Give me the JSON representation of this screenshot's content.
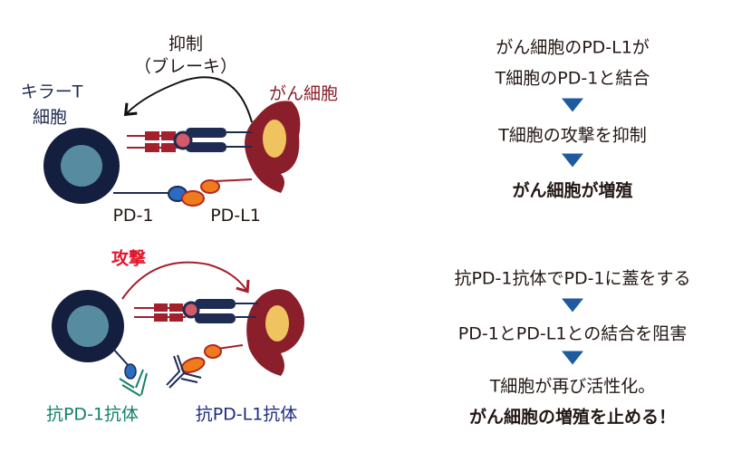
{
  "top": {
    "inhibit_label": "抑制",
    "brake_label": "（ブレーキ）",
    "killer_t_line1": "キラーT",
    "killer_t_line2": "細胞",
    "cancer_cell_label": "がん細胞",
    "pd1_label": "PD-1",
    "pdl1_label": "PD-L1"
  },
  "bottom": {
    "attack_label": "攻撃",
    "anti_pd1_label": "抗PD-1抗体",
    "anti_pdl1_label": "抗PD-L1抗体"
  },
  "flow1": [
    "がん細胞のPD-L1が",
    "T細胞のPD-1と結合",
    "T細胞の攻撃を抑制",
    "がん細胞が増殖"
  ],
  "flow2": [
    "抗PD-1抗体でPD-1に蓋をする",
    "PD-1とPD-L1との結合を阻害",
    "T細胞が再び活性化。",
    "がん細胞の増殖を止める！"
  ],
  "colors": {
    "tcell": "#141f3f",
    "nucleus": "#568ba0",
    "cancer": "#8a1f2b",
    "cancer_nucleus": "#efc35f",
    "arrow_blue": "#1f5aa0",
    "attack": "#e0142a",
    "anti_pd1": "#14806a",
    "anti_pdl1": "#1e2b80"
  }
}
